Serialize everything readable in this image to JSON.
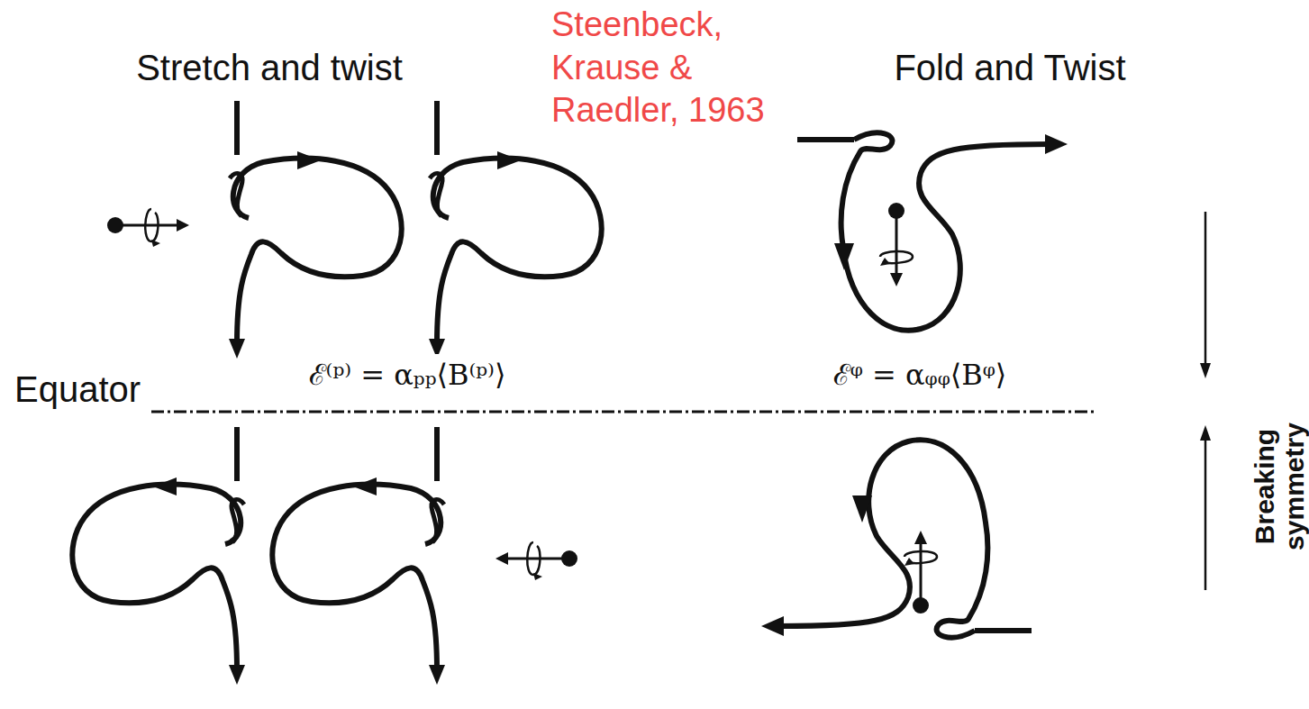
{
  "diagram": {
    "labels": [
      "Stretch and twist",
      "Steenbeck, Krause & Raedler, 1963",
      "Fold and Twist",
      "ℰ⁽ᵖ⁾ = αₚₚ⟨B⁽ᵖ⁾⟩",
      "Equator",
      "ℰᵠ = αᵩᵩ⟨Bᵠ⟩",
      "Breaking symmetry"
    ]
  }
}
